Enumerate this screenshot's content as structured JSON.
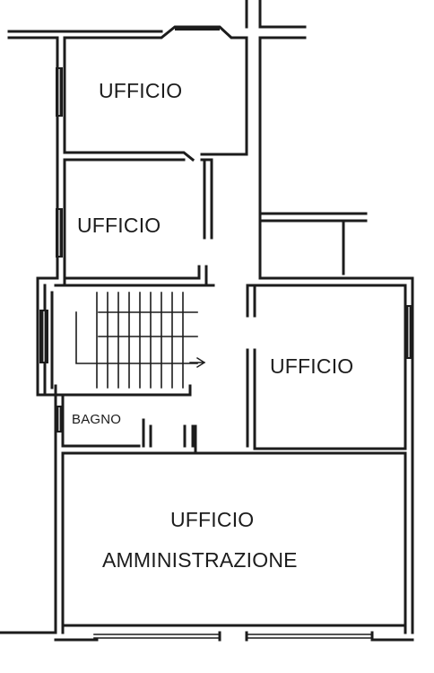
{
  "rooms": {
    "office_top": {
      "label": "UFFICIO"
    },
    "office_middle": {
      "label": "UFFICIO"
    },
    "office_right": {
      "label": "UFFICIO"
    },
    "bathroom": {
      "label": "BAGNO"
    },
    "admin_office": {
      "label_line1": "UFFICIO",
      "label_line2": "AMMINISTRAZIONE"
    }
  },
  "colors": {
    "wall": "#1c1c1c",
    "background": "#ffffff"
  }
}
